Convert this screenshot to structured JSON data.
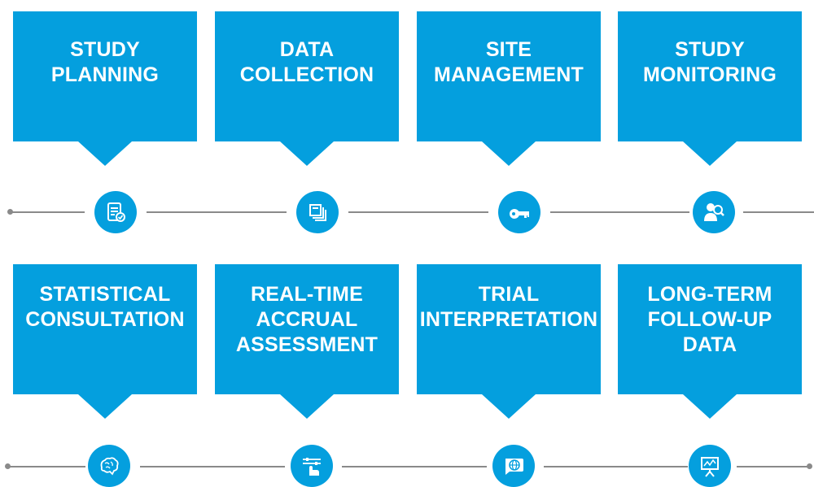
{
  "stages_row1": [
    {
      "line1": "STUDY",
      "line2": "PLANNING",
      "icon": "clipboard-check-icon"
    },
    {
      "line1": "DATA",
      "line2": "COLLECTION",
      "icon": "stacked-documents-icon"
    },
    {
      "line1": "SITE",
      "line2": "MANAGEMENT",
      "icon": "key-icon"
    },
    {
      "line1": "STUDY",
      "line2": "MONITORING",
      "icon": "person-magnifier-icon"
    }
  ],
  "stages_row2": [
    {
      "line1": "STATISTICAL",
      "line2": "CONSULTATION",
      "icon": "brain-icon"
    },
    {
      "line1": "REAL-TIME",
      "line2": "ACCRUAL",
      "line3": "ASSESSMENT",
      "icon": "hand-sliders-icon"
    },
    {
      "line1": "TRIAL",
      "line2": "INTERPRETATION",
      "icon": "globe-chat-icon"
    },
    {
      "line1": "LONG-TERM",
      "line2": "FOLLOW-UP",
      "line3": "DATA",
      "icon": "presentation-board-icon"
    }
  ],
  "colors": {
    "accent": "#049fde",
    "timeline": "#8a8a8a",
    "background": "#ffffff"
  }
}
